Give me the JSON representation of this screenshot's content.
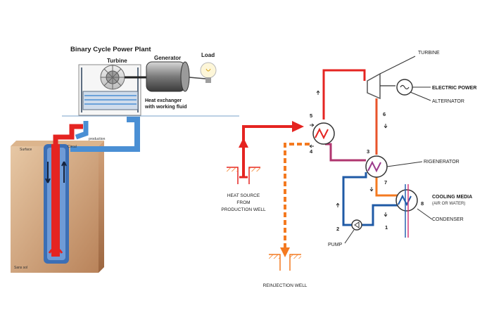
{
  "left_panel": {
    "title": "Binary Cycle Power Plant",
    "turbine_label": "Turbine",
    "generator_label": "Generator",
    "load_label": "Load",
    "heat_exchanger_line1": "Heat exchanger",
    "heat_exchanger_line2": "with working fluid",
    "production_label": "production",
    "circulation_label": "Circul",
    "surface_label": "Surface",
    "ground_label": "Sans sol"
  },
  "right_panel": {
    "turbine": "TURBINE",
    "electric_power": "ELECTRIC POWER",
    "alternator": "ALTERNATOR",
    "rigenerator": "RIGENERATOR",
    "cooling_media": "COOLING MEDIA",
    "air_or_water": "(AIR OR WATER)",
    "condenser": "CONDENSER",
    "pump": "PUMP",
    "heat_source_line1": "HEAT SOURCE",
    "heat_source_line2": "FROM",
    "heat_source_line3": "PRODUCTION WELL",
    "reinjection_well": "REINJECTION WELL",
    "node_1": "1",
    "node_2": "2",
    "node_3": "3",
    "node_4": "4",
    "node_5": "5",
    "node_6": "6",
    "node_7": "7",
    "node_8": "8"
  },
  "colors": {
    "hot": "#e52421",
    "cold": "#1f5aa6",
    "reinjection": "#f47a20",
    "regenerator_link": "#9b3a8c",
    "well_blue": "#4a7fc1",
    "soil": "#c08a5c"
  }
}
